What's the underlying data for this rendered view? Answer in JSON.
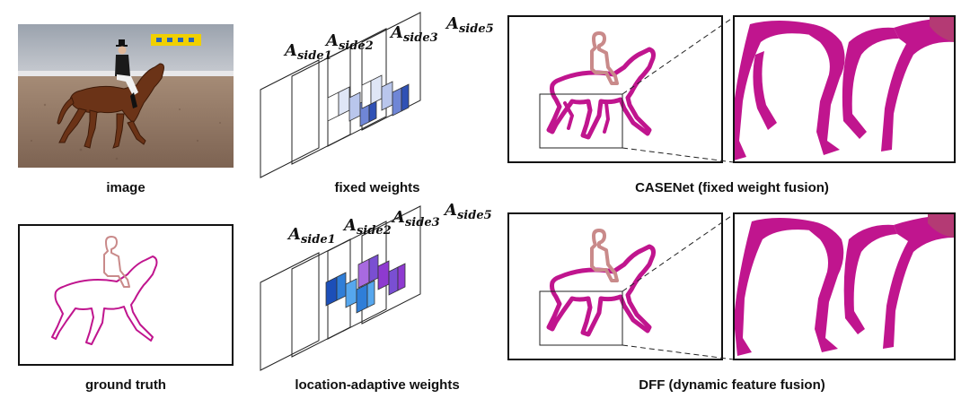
{
  "captions": {
    "image": "image",
    "fixed_weights": "fixed weights",
    "casenet": "CASENet (fixed weight fusion)",
    "ground_truth": "ground truth",
    "adaptive_weights": "location-adaptive weights",
    "dff": "DFF (dynamic feature fusion)"
  },
  "side_labels": {
    "letter": "A",
    "side1": "side1",
    "side2": "side2",
    "side3": "side3",
    "side5": "side5"
  },
  "colors": {
    "edge_magenta": "#c0158e",
    "rider_tan": "#c98a8a",
    "fixed_cells": [
      "#ffffff",
      "#dfe6f6",
      "#b9c6ec",
      "#6f86d6",
      "#2f51b5"
    ],
    "adaptive_cells": [
      "#1c4fb8",
      "#2f7ed8",
      "#56a7ee",
      "#7a4fd2",
      "#8e3ad0",
      "#a86ae0"
    ]
  }
}
